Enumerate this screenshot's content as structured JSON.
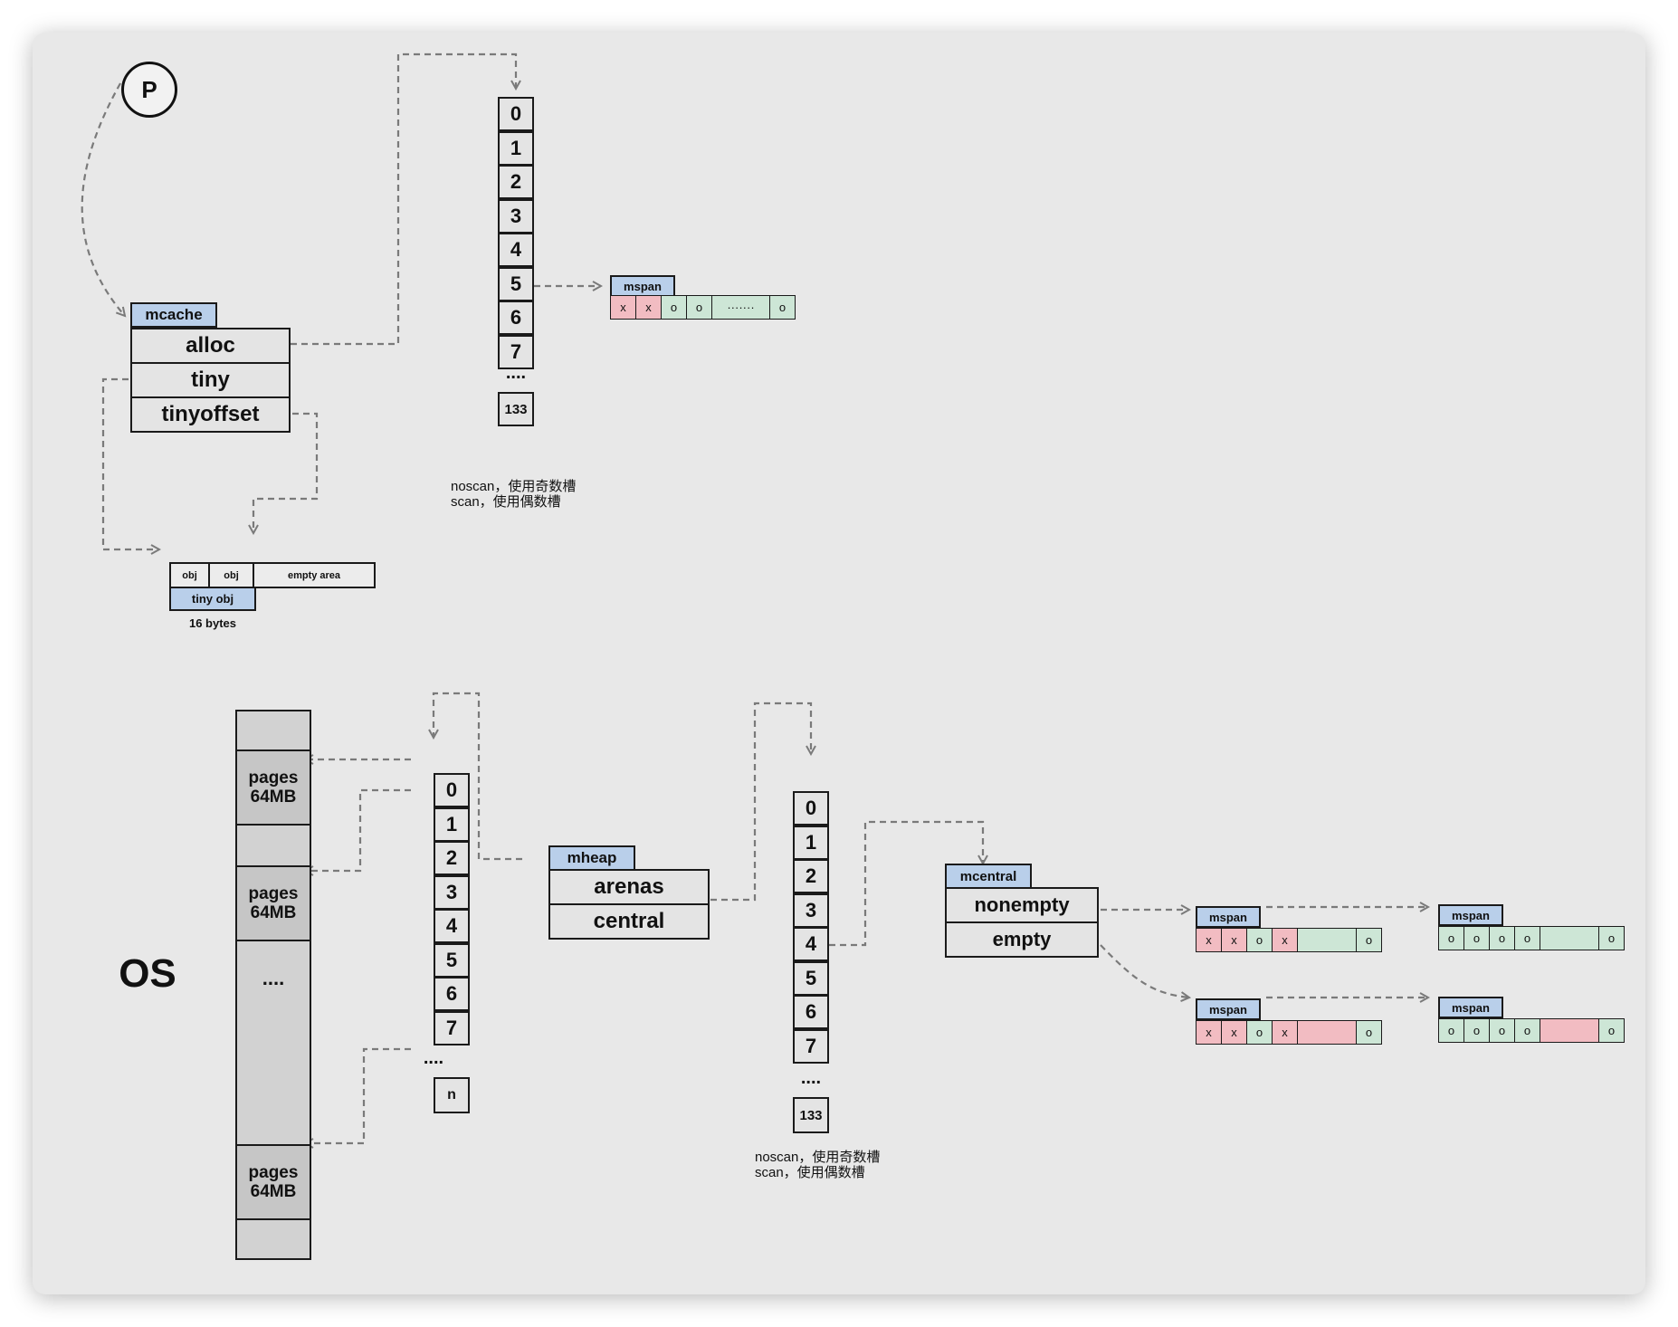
{
  "processor": {
    "label": "P"
  },
  "mcache": {
    "tag": "mcache",
    "fields": [
      "alloc",
      "tiny",
      "tinyoffset"
    ],
    "size_classes": [
      "0",
      "1",
      "2",
      "3",
      "4",
      "5",
      "6",
      "7"
    ],
    "ellipsis": "....",
    "last_class": "133",
    "notes": [
      "noscan，使用奇数槽",
      "scan，使用偶数槽"
    ],
    "mspan": {
      "tag": "mspan",
      "slots": [
        "x",
        "x",
        "o",
        "o",
        "·······",
        "o"
      ]
    }
  },
  "tiny_block": {
    "cells": [
      "obj",
      "obj",
      "empty area"
    ],
    "tag": "tiny obj",
    "size_label": "16 bytes"
  },
  "os": {
    "label": "OS",
    "pages": [
      "pages\n64MB",
      "pages\n64MB",
      "pages\n64MB"
    ],
    "ellipsis": "...."
  },
  "arenas_index": {
    "cells": [
      "0",
      "1",
      "2",
      "3",
      "4",
      "5",
      "6",
      "7"
    ],
    "ellipsis": "....",
    "last": "n"
  },
  "mheap": {
    "tag": "mheap",
    "fields": [
      "arenas",
      "central"
    ]
  },
  "central_classes": {
    "cells": [
      "0",
      "1",
      "2",
      "3",
      "4",
      "5",
      "6",
      "7"
    ],
    "ellipsis": "....",
    "last": "133",
    "notes": [
      "noscan，使用奇数槽",
      "scan，使用偶数槽"
    ]
  },
  "mcentral": {
    "tag": "mcentral",
    "fields": [
      "nonempty",
      "empty"
    ]
  },
  "mcentral_spans": [
    {
      "tag": "mspan",
      "slots": [
        "x",
        "x",
        "o",
        "x",
        "",
        "o"
      ]
    },
    {
      "tag": "mspan",
      "slots": [
        "o",
        "o",
        "o",
        "o",
        "",
        "o"
      ]
    },
    {
      "tag": "mspan",
      "slots": [
        "x",
        "x",
        "o",
        "x",
        "",
        "o"
      ]
    },
    {
      "tag": "mspan",
      "slots": [
        "o",
        "o",
        "o",
        "o",
        "",
        "o"
      ]
    }
  ],
  "colors": {
    "tag_blue": "#b9cfea",
    "used_slot": "#f2bcc2",
    "free_slot": "#cde6d6",
    "cell_gray": "#e4e4e4",
    "page_gray": "#d2d2d2",
    "arrow": "#7a7a7a"
  }
}
